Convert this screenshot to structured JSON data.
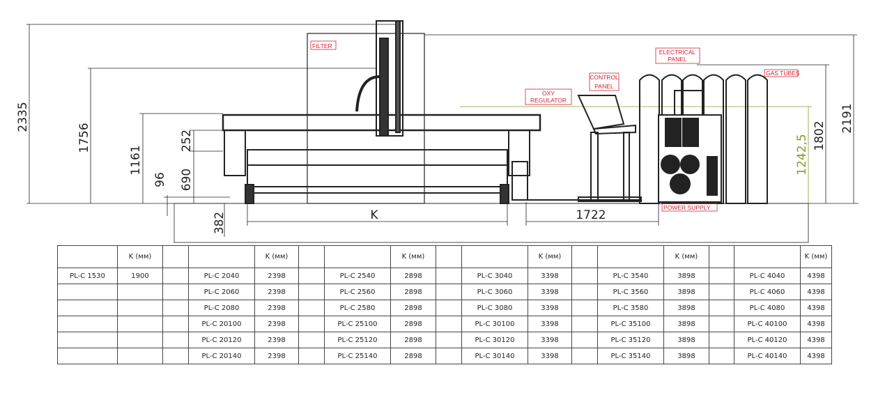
{
  "labels": {
    "filter": "FILTER",
    "electrical_panel_1": "ELECTRICAL",
    "electrical_panel_2": "PANEL",
    "control_panel_1": "CONTROL",
    "control_panel_2": "PANEL",
    "oxy_regulator_1": "OXY",
    "oxy_regulator_2": "REGULATOR",
    "gas_tubes": "GAS TUBES",
    "power_supply": "POWER SUPPLY"
  },
  "dimensions": {
    "total_height": "2335",
    "gantry_height": "1756",
    "table_top": "1161",
    "gantry_beam": "252",
    "leg_height": "690",
    "foot": "96",
    "base_offset": "382",
    "k": "K",
    "panel_distance": "1722",
    "cabinet_height": "1242,5",
    "electrical_height": "1802",
    "tubes_height": "2191"
  },
  "colors": {
    "label": "#d02030",
    "dimension_highlight": "#8a9a30",
    "line": "#222222"
  },
  "table": {
    "header": "K (мм)",
    "groups": [
      {
        "rows": [
          [
            "PL-C 1530",
            "1900"
          ],
          [
            "",
            ""
          ],
          [
            "",
            ""
          ],
          [
            "",
            ""
          ],
          [
            "",
            ""
          ],
          [
            "",
            ""
          ]
        ]
      },
      {
        "rows": [
          [
            "PL-C 2040",
            "2398"
          ],
          [
            "PL-C 2060",
            "2398"
          ],
          [
            "PL-C 2080",
            "2398"
          ],
          [
            "PL-C 20100",
            "2398"
          ],
          [
            "PL-C 20120",
            "2398"
          ],
          [
            "PL-C 20140",
            "2398"
          ]
        ]
      },
      {
        "rows": [
          [
            "PL-C 2540",
            "2898"
          ],
          [
            "PL-C 2560",
            "2898"
          ],
          [
            "PL-C 2580",
            "2898"
          ],
          [
            "PL-C 25100",
            "2898"
          ],
          [
            "PL-C 25120",
            "2898"
          ],
          [
            "PL-C 25140",
            "2898"
          ]
        ]
      },
      {
        "rows": [
          [
            "PL-C 3040",
            "3398"
          ],
          [
            "PL-C 3060",
            "3398"
          ],
          [
            "PL-C 3080",
            "3398"
          ],
          [
            "PL-C 30100",
            "3398"
          ],
          [
            "PL-C 30120",
            "3398"
          ],
          [
            "PL-C 30140",
            "3398"
          ]
        ]
      },
      {
        "rows": [
          [
            "PL-C 3540",
            "3898"
          ],
          [
            "PL-C 3560",
            "3898"
          ],
          [
            "PL-C 3580",
            "3898"
          ],
          [
            "PL-C 35100",
            "3898"
          ],
          [
            "PL-C 35120",
            "3898"
          ],
          [
            "PL-C 35140",
            "3898"
          ]
        ]
      },
      {
        "rows": [
          [
            "PL-C 4040",
            "4398"
          ],
          [
            "PL-C 4060",
            "4398"
          ],
          [
            "PL-C 4080",
            "4398"
          ],
          [
            "PL-C 40100",
            "4398"
          ],
          [
            "PL-C 40120",
            "4398"
          ],
          [
            "PL-C 40140",
            "4398"
          ]
        ]
      }
    ]
  }
}
